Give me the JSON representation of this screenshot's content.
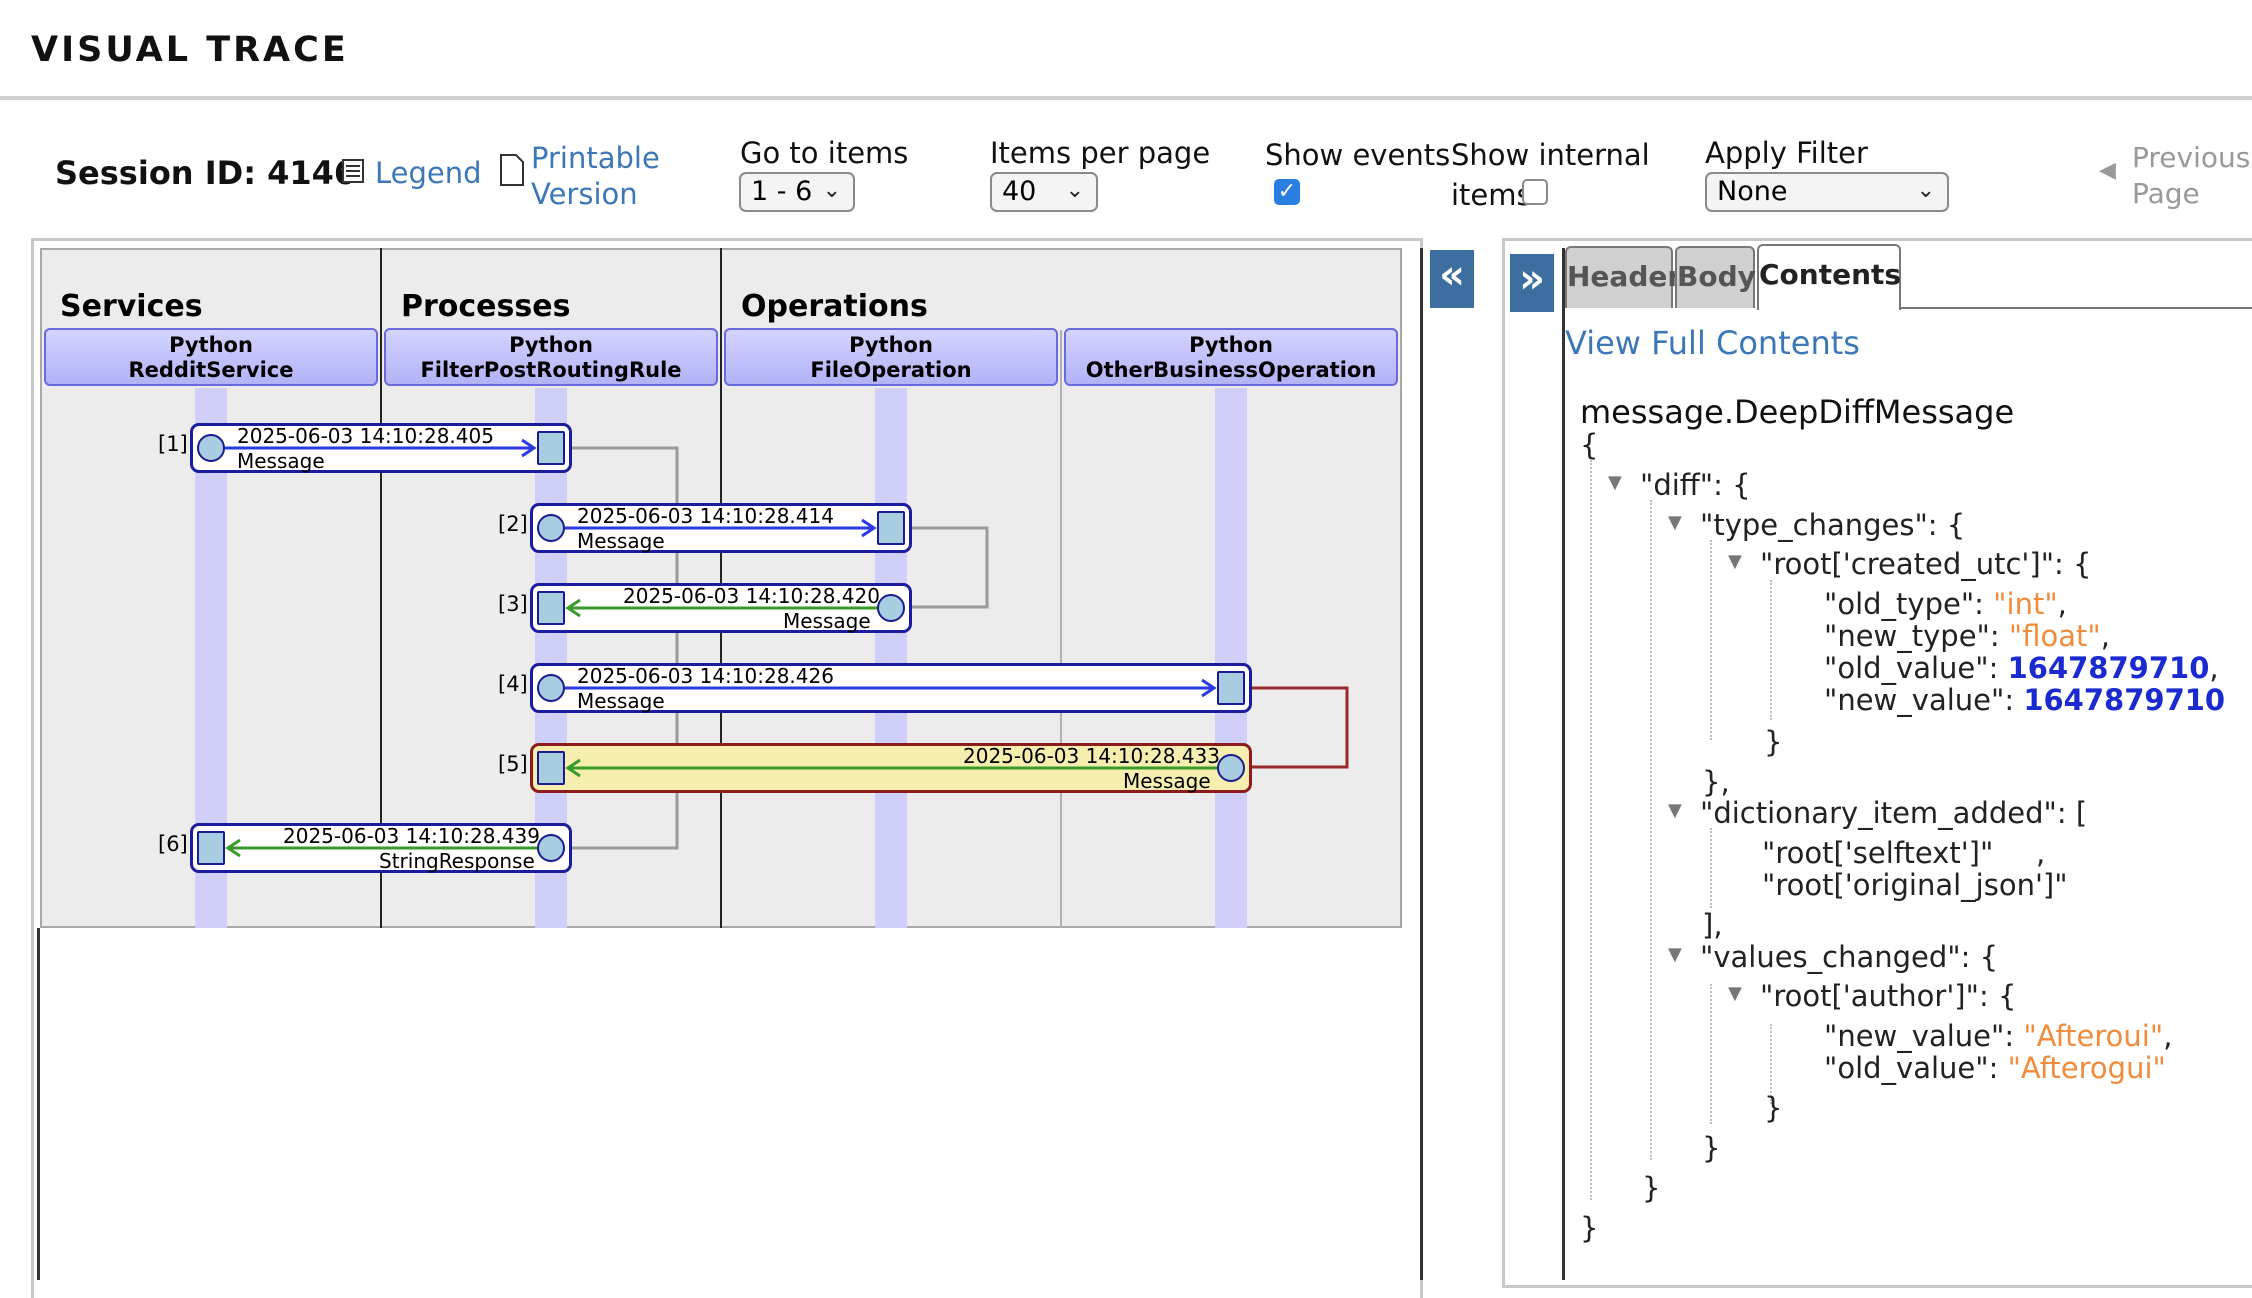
{
  "app": {
    "title": "VISUAL TRACE"
  },
  "toolbar": {
    "session_label": "Session ID: 4146",
    "legend_label": "Legend",
    "printable_line1": "Printable",
    "printable_line2": "Version",
    "goto_label": "Go to items",
    "goto_value": "1 - 6",
    "per_page_label": "Items per page",
    "per_page_value": "40",
    "show_events_label": "Show events",
    "show_events_checked": true,
    "show_internal_line1": "Show internal",
    "show_internal_line2": "items",
    "show_internal_checked": false,
    "filter_label": "Apply Filter",
    "filter_value": "None",
    "prev_line1": "Previous",
    "prev_line2": "Page"
  },
  "trace": {
    "groups": [
      "Services",
      "Processes",
      "Operations"
    ],
    "actors": [
      {
        "line1": "Python",
        "line2": "RedditService"
      },
      {
        "line1": "Python",
        "line2": "FilterPostRoutingRule"
      },
      {
        "line1": "Python",
        "line2": "FileOperation"
      },
      {
        "line1": "Python",
        "line2": "OtherBusinessOperation"
      }
    ],
    "messages": [
      {
        "index": "[1]",
        "time": "2025-06-03 14:10:28.405",
        "name": "Message",
        "direction": "forward",
        "highlight": false
      },
      {
        "index": "[2]",
        "time": "2025-06-03 14:10:28.414",
        "name": "Message",
        "direction": "forward",
        "highlight": false
      },
      {
        "index": "[3]",
        "time": "2025-06-03 14:10:28.420",
        "name": "Message",
        "direction": "return",
        "highlight": false
      },
      {
        "index": "[4]",
        "time": "2025-06-03 14:10:28.426",
        "name": "Message",
        "direction": "forward",
        "highlight": false
      },
      {
        "index": "[5]",
        "time": "2025-06-03 14:10:28.433",
        "name": "Message",
        "direction": "return",
        "highlight": true
      },
      {
        "index": "[6]",
        "time": "2025-06-03 14:10:28.439",
        "name": "StringResponse",
        "direction": "return",
        "highlight": false
      }
    ],
    "colors": {
      "forward_arrow": "#2a3ae0",
      "return_arrow": "#3a9a2a",
      "highlight_fill": "#f5eeaf",
      "highlight_border": "#8e1c1c"
    }
  },
  "panel": {
    "collapse_left": "«",
    "expand_right": "»",
    "tabs": [
      "Header",
      "Body",
      "Contents"
    ],
    "active_tab": "Contents",
    "view_full": "View Full Contents",
    "class_name": "message.DeepDiffMessage",
    "json": {
      "open": "{",
      "diff_key": "\"diff\": {",
      "type_changes_key": "\"type_changes\": {",
      "created_key": "\"root['created_utc']\": {",
      "old_type_key": "\"old_type\": ",
      "old_type_val": "\"int\"",
      "new_type_key": "\"new_type\": ",
      "new_type_val": "\"float\"",
      "old_value_key": "\"old_value\": ",
      "old_value_val": "1647879710",
      "new_value_key": "\"new_value\": ",
      "new_value_val": "1647879710",
      "close_created": "}",
      "close_type_changes": "},",
      "dict_added_key": "\"dictionary_item_added\": [",
      "dict_item1": "\"root['selftext']\"",
      "dict_item2": "\"root['original_json']\"",
      "close_dict": "],",
      "values_changed_key": "\"values_changed\": {",
      "author_key": "\"root['author']\": {",
      "author_new_key": "\"new_value\": ",
      "author_new_val": "\"Afteroui\"",
      "author_old_key": "\"old_value\": ",
      "author_old_val": "\"Afterogui\"",
      "close_author": "}",
      "close_values": "}",
      "close_diff": "}",
      "close_root": "}"
    }
  }
}
